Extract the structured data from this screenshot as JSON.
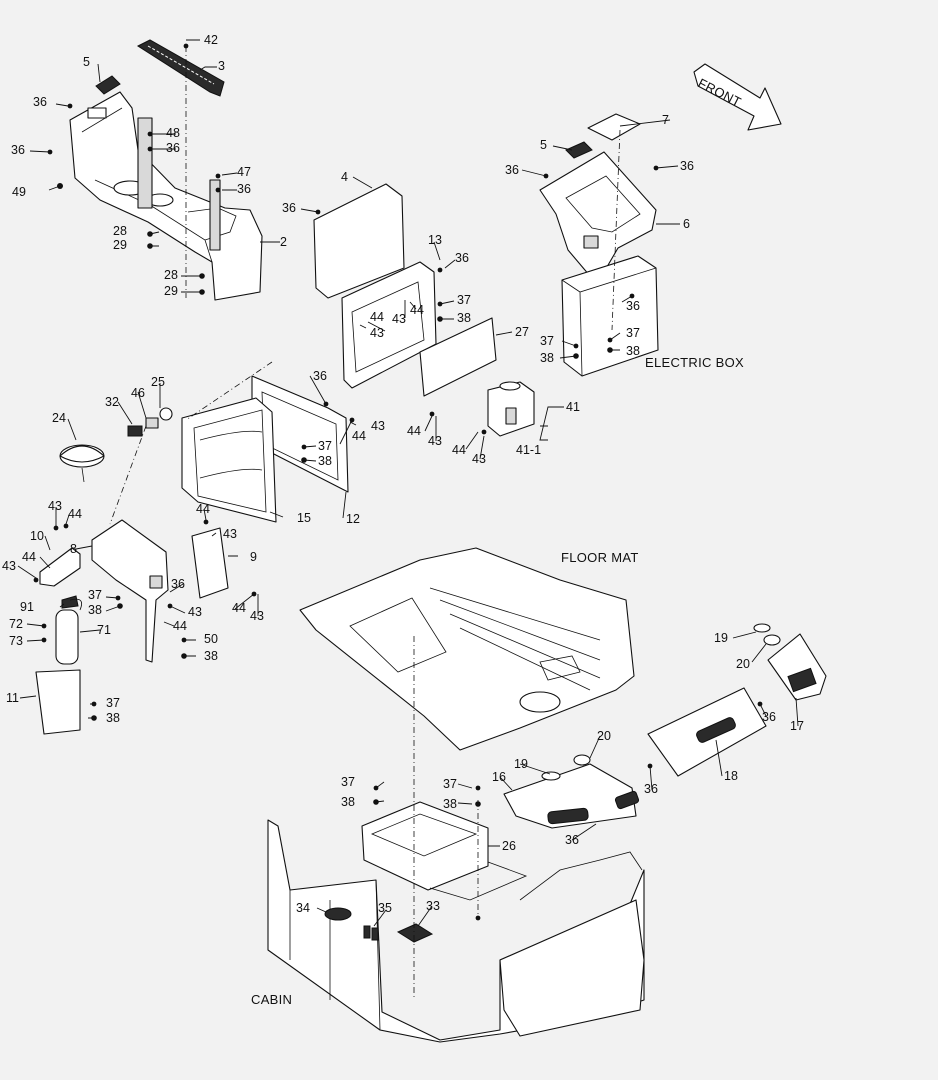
{
  "captions": {
    "front": "FRONT",
    "electric_box": "ELECTRIC BOX",
    "floor_mat": "FLOOR MAT",
    "cabin": "CABIN"
  },
  "callouts": {
    "c42": "42",
    "c3": "3",
    "c5a": "5",
    "c36a": "36",
    "c48": "48",
    "c36b": "36",
    "c36c": "36",
    "c49": "49",
    "c47": "47",
    "c36d": "36",
    "c4": "4",
    "c36e": "36",
    "c2": "2",
    "c28a": "28",
    "c29a": "29",
    "c28b": "28",
    "c29b": "29",
    "c13": "13",
    "c36f": "36",
    "c37a": "37",
    "c38a": "38",
    "c44a": "44",
    "c43a": "43",
    "c44b": "44",
    "c43b": "43",
    "c27": "27",
    "c7": "7",
    "c5b": "5",
    "c36g": "36",
    "c36h": "36",
    "c6": "6",
    "c36i": "36",
    "c37b": "37",
    "c38b": "38",
    "c37c": "37",
    "c38c": "38",
    "c25": "25",
    "c46": "46",
    "c32": "32",
    "c36j": "36",
    "c24": "24",
    "c44c": "44",
    "c43c": "43",
    "c37d": "37",
    "c38d": "38",
    "c15": "15",
    "c12": "12",
    "c44d": "44",
    "c43d": "43",
    "c41": "41",
    "c41_1": "41-1",
    "c44e": "44",
    "c43e": "43",
    "c43f": "43",
    "c44f": "44",
    "c10": "10",
    "c44g": "44",
    "c43g": "43",
    "c8": "8",
    "c44h": "44",
    "c43h": "43",
    "c9": "9",
    "c44i": "44",
    "c43i": "43",
    "c37e": "37",
    "c38e": "38",
    "c36k": "36",
    "c44j": "44",
    "c43j": "43",
    "c91": "91",
    "c72": "72",
    "c73": "73",
    "c71": "71",
    "c50": "50",
    "c38f": "38",
    "c11": "11",
    "c37f": "37",
    "c38g": "38",
    "c19a": "19",
    "c20a": "20",
    "c36l": "36",
    "c17": "17",
    "c20b": "20",
    "c19b": "19",
    "c16": "16",
    "c18": "18",
    "c36m": "36",
    "c36n": "36",
    "c37g": "37",
    "c38h": "38",
    "c37h": "37",
    "c38i": "38",
    "c26": "26",
    "c34": "34",
    "c35": "35",
    "c33": "33"
  }
}
